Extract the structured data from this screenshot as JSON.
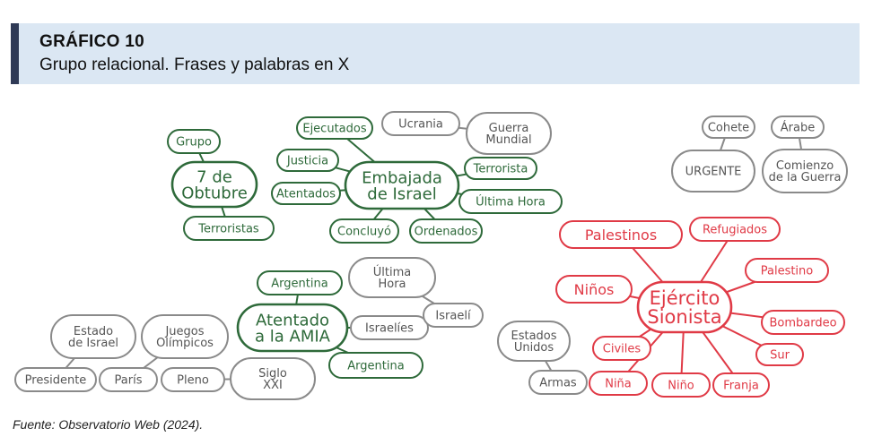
{
  "header": {
    "title": "GRÁFICO 10",
    "subtitle": "Grupo relacional. Frases y palabras en X"
  },
  "source": "Fuente: Observatorio Web (2024).",
  "colors": {
    "green": "#2e6a3a",
    "red": "#e03a46",
    "gray": "#8a8a8a",
    "header_bg": "#dbe7f3",
    "header_bar": "#2f3a56"
  },
  "diagram": {
    "nodes": [
      {
        "id": "grupo",
        "lines": [
          "Grupo"
        ],
        "color": "green"
      },
      {
        "id": "7-de-obtubre",
        "lines": [
          "7 de",
          "Obtubre"
        ],
        "color": "green",
        "main": true
      },
      {
        "id": "terroristas",
        "lines": [
          "Terroristas"
        ],
        "color": "green"
      },
      {
        "id": "ejecutados",
        "lines": [
          "Ejecutados"
        ],
        "color": "green"
      },
      {
        "id": "justicia",
        "lines": [
          "Justicia"
        ],
        "color": "green"
      },
      {
        "id": "atentados",
        "lines": [
          "Atentados"
        ],
        "color": "green"
      },
      {
        "id": "embajada-de-israel",
        "lines": [
          "Embajada",
          "de Israel"
        ],
        "color": "green",
        "main": true
      },
      {
        "id": "concluyo",
        "lines": [
          "Concluyó"
        ],
        "color": "green"
      },
      {
        "id": "ordenados",
        "lines": [
          "Ordenados"
        ],
        "color": "green"
      },
      {
        "id": "terrorista",
        "lines": [
          "Terrorista"
        ],
        "color": "green"
      },
      {
        "id": "ultima-hora-green",
        "lines": [
          "Última Hora"
        ],
        "color": "green"
      },
      {
        "id": "ucrania",
        "lines": [
          "Ucrania"
        ],
        "color": "gray"
      },
      {
        "id": "guerra-mundial",
        "lines": [
          "Guerra",
          "Mundial"
        ],
        "color": "gray"
      },
      {
        "id": "cohete",
        "lines": [
          "Cohete"
        ],
        "color": "gray"
      },
      {
        "id": "arabe",
        "lines": [
          "Árabe"
        ],
        "color": "gray"
      },
      {
        "id": "urgente",
        "lines": [
          "URGENTE"
        ],
        "color": "gray"
      },
      {
        "id": "comienzo-de-la-guerra",
        "lines": [
          "Comienzo",
          "de la Guerra"
        ],
        "color": "gray"
      },
      {
        "id": "argentina-1",
        "lines": [
          "Argentina"
        ],
        "color": "green"
      },
      {
        "id": "ultima-hora-gray",
        "lines": [
          "Última",
          "Hora"
        ],
        "color": "gray"
      },
      {
        "id": "atentado-amia",
        "lines": [
          "Atentado",
          "a la AMIA"
        ],
        "color": "green",
        "main": true
      },
      {
        "id": "israelies",
        "lines": [
          "Israelíes"
        ],
        "color": "gray"
      },
      {
        "id": "israeli",
        "lines": [
          "Israelí"
        ],
        "color": "gray"
      },
      {
        "id": "argentina-2",
        "lines": [
          "Argentina"
        ],
        "color": "green"
      },
      {
        "id": "estado-de-israel",
        "lines": [
          "Estado",
          "de Israel"
        ],
        "color": "gray"
      },
      {
        "id": "juegos-olimpicos",
        "lines": [
          "Juegos",
          "Olímpicos"
        ],
        "color": "gray"
      },
      {
        "id": "presidente",
        "lines": [
          "Presidente"
        ],
        "color": "gray"
      },
      {
        "id": "paris",
        "lines": [
          "París"
        ],
        "color": "gray"
      },
      {
        "id": "pleno",
        "lines": [
          "Pleno"
        ],
        "color": "gray"
      },
      {
        "id": "siglo-xxi",
        "lines": [
          "Siglo",
          "XXI"
        ],
        "color": "gray"
      },
      {
        "id": "estados-unidos",
        "lines": [
          "Estados",
          "Unidos"
        ],
        "color": "gray"
      },
      {
        "id": "armas",
        "lines": [
          "Armas"
        ],
        "color": "gray"
      },
      {
        "id": "palestinos",
        "lines": [
          "Palestinos"
        ],
        "color": "red"
      },
      {
        "id": "refugiados",
        "lines": [
          "Refugiados"
        ],
        "color": "red"
      },
      {
        "id": "palestino",
        "lines": [
          "Palestino"
        ],
        "color": "red"
      },
      {
        "id": "ninos",
        "lines": [
          "Niños"
        ],
        "color": "red"
      },
      {
        "id": "ejercito-sionista",
        "lines": [
          "Ejército",
          "Sionista"
        ],
        "color": "red",
        "main": true
      },
      {
        "id": "bombardeo",
        "lines": [
          "Bombardeo"
        ],
        "color": "red"
      },
      {
        "id": "civiles",
        "lines": [
          "Civiles"
        ],
        "color": "red"
      },
      {
        "id": "sur",
        "lines": [
          "Sur"
        ],
        "color": "red"
      },
      {
        "id": "nina",
        "lines": [
          "Niña"
        ],
        "color": "red"
      },
      {
        "id": "nino",
        "lines": [
          "Niño"
        ],
        "color": "red"
      },
      {
        "id": "franja",
        "lines": [
          "Franja"
        ],
        "color": "red"
      }
    ],
    "edges": [
      [
        "grupo",
        "7-de-obtubre"
      ],
      [
        "7-de-obtubre",
        "terroristas"
      ],
      [
        "ejecutados",
        "embajada-de-israel"
      ],
      [
        "justicia",
        "embajada-de-israel"
      ],
      [
        "atentados",
        "embajada-de-israel"
      ],
      [
        "concluyo",
        "embajada-de-israel"
      ],
      [
        "ordenados",
        "embajada-de-israel"
      ],
      [
        "terrorista",
        "embajada-de-israel"
      ],
      [
        "ultima-hora-green",
        "embajada-de-israel"
      ],
      [
        "ucrania",
        "guerra-mundial"
      ],
      [
        "cohete",
        "urgente"
      ],
      [
        "arabe",
        "comienzo-de-la-guerra"
      ],
      [
        "argentina-1",
        "atentado-amia"
      ],
      [
        "ultima-hora-gray",
        "israeli"
      ],
      [
        "israelies",
        "atentado-amia"
      ],
      [
        "argentina-2",
        "atentado-amia"
      ],
      [
        "estado-de-israel",
        "presidente"
      ],
      [
        "juegos-olimpicos",
        "paris"
      ],
      [
        "pleno",
        "siglo-xxi"
      ],
      [
        "estados-unidos",
        "armas"
      ],
      [
        "palestinos",
        "ejercito-sionista"
      ],
      [
        "refugiados",
        "ejercito-sionista"
      ],
      [
        "palestino",
        "ejercito-sionista"
      ],
      [
        "ninos",
        "ejercito-sionista"
      ],
      [
        "bombardeo",
        "ejercito-sionista"
      ],
      [
        "civiles",
        "ejercito-sionista"
      ],
      [
        "sur",
        "ejercito-sionista"
      ],
      [
        "nina",
        "ejercito-sionista"
      ],
      [
        "nino",
        "ejercito-sionista"
      ],
      [
        "franja",
        "ejercito-sionista"
      ]
    ]
  }
}
